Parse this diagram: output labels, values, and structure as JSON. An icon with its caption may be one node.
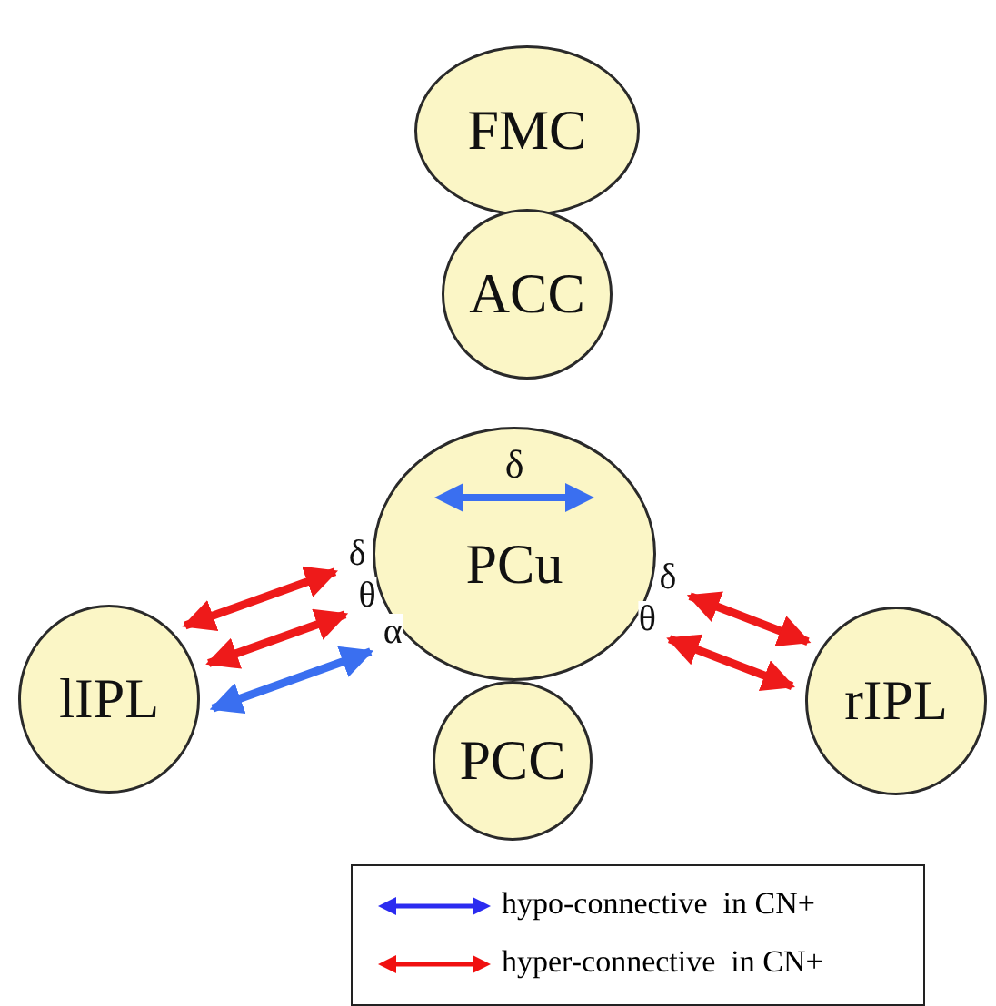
{
  "diagram": {
    "nodes": [
      {
        "text": [
          "FMC"
        ]
      },
      {
        "text": [
          "ACC"
        ]
      },
      {
        "text": [
          "δ",
          "PCu"
        ]
      },
      {
        "text": [
          "PCC"
        ]
      },
      {
        "text": [
          "lIPL"
        ]
      },
      {
        "text": [
          "rIPL"
        ]
      }
    ],
    "edges": [
      {
        "from": 4,
        "to": 2,
        "arrow": "both",
        "label": "δ"
      },
      {
        "from": 4,
        "to": 2,
        "arrow": "both",
        "label": "θ"
      },
      {
        "from": 4,
        "to": 2,
        "arrow": "both",
        "label": "α",
        "color": "#3a6ff0"
      },
      {
        "from": 2,
        "to": 5,
        "arrow": "both",
        "label": "δ"
      },
      {
        "from": 2,
        "to": 5,
        "arrow": "both",
        "label": "θ"
      }
    ],
    "legend": [
      {
        "text": "hypo-connective  in CN+",
        "color": "#2b2bf0"
      },
      {
        "text": "hyper-connective  in CN+",
        "color": "#f01010"
      }
    ]
  }
}
